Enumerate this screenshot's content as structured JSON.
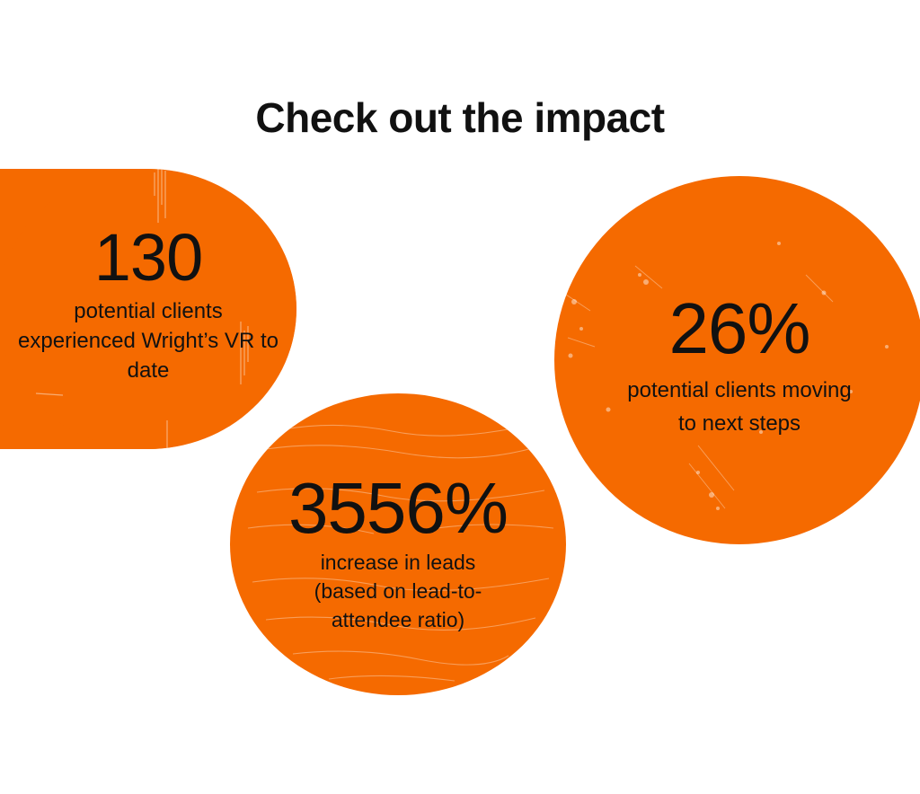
{
  "headline": "Check out the impact",
  "colors": {
    "accent": "#f56a00",
    "text": "#111111",
    "background": "#ffffff"
  },
  "stats": [
    {
      "number": "130",
      "description": "potential clients experienced Wright’s VR to date"
    },
    {
      "number": "3556%",
      "description": "increase in leads (based on lead-to-attendee ratio)"
    },
    {
      "number": "26%",
      "description": "potential clients moving to next steps"
    }
  ]
}
